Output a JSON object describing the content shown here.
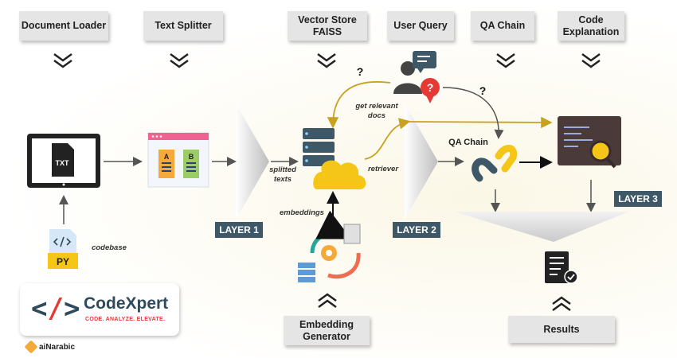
{
  "top_steps": [
    "Document Loader",
    "Text Splitter",
    "Vector Store\nFAISS",
    "User Query",
    "QA Chain",
    "Code\nExplanation"
  ],
  "layers": {
    "layer1": "LAYER 1",
    "layer2": "LAYER 2",
    "layer3": "LAYER 3"
  },
  "labels": {
    "txt": "TXT",
    "py": "PY",
    "codebase": "codebase",
    "splitted_texts": "splitted\ntexts",
    "embeddings": "embeddings",
    "get_relevant_docs": "get relevant\ndocs",
    "retriever": "retriever",
    "qa_chain": "QA Chain",
    "question_mark": "?",
    "doc_a": "A",
    "doc_b": "B"
  },
  "bottom": {
    "embedding_generator": "Embedding\nGenerator",
    "results": "Results"
  },
  "brand": {
    "name": "CodeXpert",
    "tagline": "CODE. ANALYZE. ELEVATE.",
    "credit": "aiNarabic"
  },
  "colors": {
    "accent_gold": "#c8a21f",
    "layer_badge": "#3f5868",
    "brand_blue": "#2e4a5d",
    "brand_red": "#e53935",
    "cloud_yellow": "#f5c518"
  }
}
